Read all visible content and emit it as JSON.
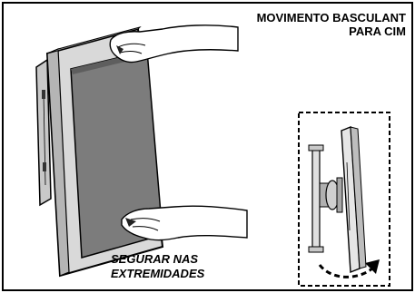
{
  "labels": {
    "tilt_line1": "MOVIMENTO BASCULANT",
    "tilt_line2": "PARA CIM",
    "grip_line1": "SEGURAR NAS",
    "grip_line2": "EXTREMIDADES"
  },
  "colors": {
    "line": "#000000",
    "screen": "#7c7c7c",
    "bezel": "#d9d9d9",
    "bezel_shade": "#b5b5b5",
    "background": "#ffffff"
  },
  "icons": {
    "arrow": "curved-dashed-arrow-icon"
  }
}
